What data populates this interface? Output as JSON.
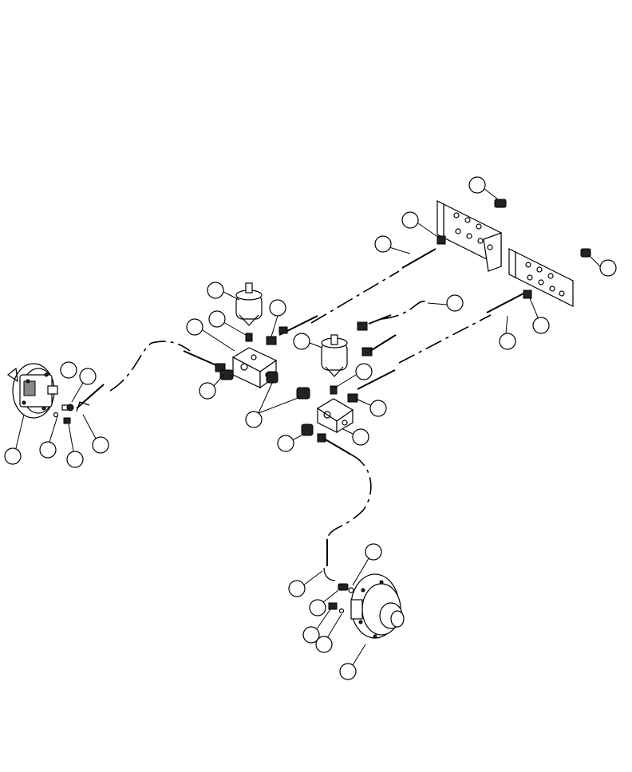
{
  "callouts": [
    {
      "id": "c1",
      "label": ""
    },
    {
      "id": "c2",
      "label": ""
    },
    {
      "id": "c3",
      "label": ""
    },
    {
      "id": "c4",
      "label": ""
    },
    {
      "id": "c5",
      "label": ""
    },
    {
      "id": "c6",
      "label": ""
    },
    {
      "id": "c7",
      "label": ""
    },
    {
      "id": "c8",
      "label": ""
    },
    {
      "id": "c9",
      "label": ""
    },
    {
      "id": "c10",
      "label": ""
    },
    {
      "id": "c11",
      "label": ""
    },
    {
      "id": "c12",
      "label": ""
    },
    {
      "id": "c13",
      "label": ""
    },
    {
      "id": "c14",
      "label": ""
    },
    {
      "id": "c15",
      "label": ""
    },
    {
      "id": "c16",
      "label": ""
    },
    {
      "id": "c17",
      "label": ""
    },
    {
      "id": "c18",
      "label": ""
    },
    {
      "id": "c19",
      "label": ""
    },
    {
      "id": "c20",
      "label": ""
    },
    {
      "id": "c21",
      "label": ""
    },
    {
      "id": "c22",
      "label": ""
    },
    {
      "id": "c23",
      "label": ""
    },
    {
      "id": "c24",
      "label": ""
    },
    {
      "id": "c25",
      "label": ""
    },
    {
      "id": "c26",
      "label": ""
    },
    {
      "id": "c27",
      "label": ""
    },
    {
      "id": "c28",
      "label": ""
    },
    {
      "id": "c29",
      "label": ""
    },
    {
      "id": "c30",
      "label": ""
    },
    {
      "id": "c31",
      "label": ""
    },
    {
      "id": "c32",
      "label": ""
    },
    {
      "id": "c33",
      "label": ""
    }
  ]
}
